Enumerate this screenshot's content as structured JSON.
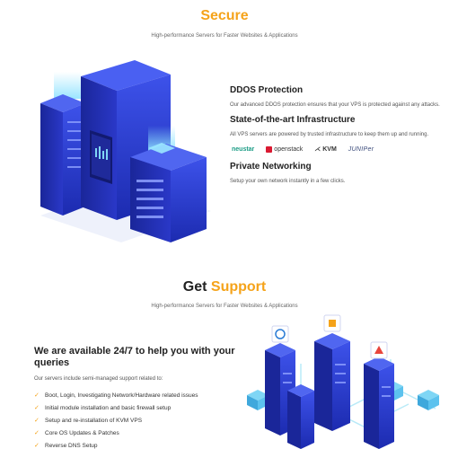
{
  "secure": {
    "title": "Secure",
    "subtitle": "High-performance Servers for Faster Websites & Applications",
    "features": [
      {
        "heading": "DDOS Protection",
        "text": "Our advanced DDOS protection ensures that your VPS is protected against any attacks."
      },
      {
        "heading": "State-of-the-art Infrastructure",
        "text": "All VPS servers are powered by trusted infrastructure to keep them up and running."
      },
      {
        "heading": "Private Networking",
        "text": "Setup your own network instantly in a few clicks."
      }
    ],
    "logos": [
      "neustar",
      "openstack",
      "KVM",
      "JUNIPer"
    ]
  },
  "support": {
    "title_plain": "Get",
    "title_accent": "Support",
    "subtitle": "High-performance Servers for Faster Websites & Applications",
    "heading": "We are available 24/7 to help you with your queries",
    "intro": "Our servers include semi-managed support related to:",
    "items": [
      "Boot, Login, Investigating Network/Hardware related issues",
      "Initial module installation and basic firewall setup",
      "Setup and re-installation of KVM VPS",
      "Core OS Updates & Patches",
      "Reverse DNS Setup"
    ]
  },
  "colors": {
    "accent": "#f5a31a",
    "server_blue": "#2f3fd1",
    "glow": "#7fd6f5"
  },
  "icons": [
    "check-icon",
    "server-rack-icon",
    "cloud-network-icon"
  ]
}
